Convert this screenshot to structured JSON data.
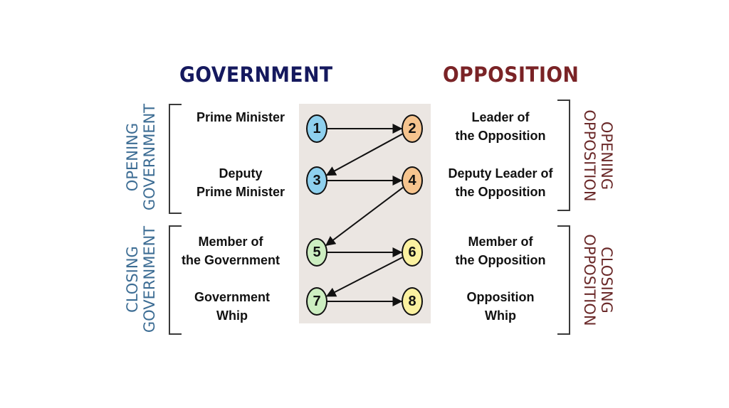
{
  "headings": {
    "government": "GOVERNMENT",
    "opposition": "OPPOSITION"
  },
  "sides": {
    "opening_government": [
      "OPENING",
      "GOVERNMENT"
    ],
    "closing_government": [
      "CLOSING",
      "GOVERNMENT"
    ],
    "opening_opposition": [
      "OPENING",
      "OPPOSITION"
    ],
    "closing_opposition": [
      "CLOSING",
      "OPPOSITION"
    ]
  },
  "roles": {
    "r1": [
      "Prime Minister"
    ],
    "r2": [
      "Leader of",
      "the Opposition"
    ],
    "r3": [
      "Deputy",
      "Prime Minister"
    ],
    "r4": [
      "Deputy Leader of",
      "the Opposition"
    ],
    "r5": [
      "Member of",
      "the Government"
    ],
    "r6": [
      "Member of",
      "the Opposition"
    ],
    "r7": [
      "Government",
      "Whip"
    ],
    "r8": [
      "Opposition",
      "Whip"
    ]
  },
  "nodes": {
    "n1": {
      "label": "1",
      "color": "#8ed0ee"
    },
    "n2": {
      "label": "2",
      "color": "#f6c48e"
    },
    "n3": {
      "label": "3",
      "color": "#8ed0ee"
    },
    "n4": {
      "label": "4",
      "color": "#f6c48e"
    },
    "n5": {
      "label": "5",
      "color": "#cdeec1"
    },
    "n6": {
      "label": "6",
      "color": "#fbf1a0"
    },
    "n7": {
      "label": "7",
      "color": "#cdeec1"
    },
    "n8": {
      "label": "8",
      "color": "#fbf1a0"
    }
  },
  "speaking_order": [
    "n1",
    "n2",
    "n3",
    "n4",
    "n5",
    "n6",
    "n7",
    "n8"
  ]
}
